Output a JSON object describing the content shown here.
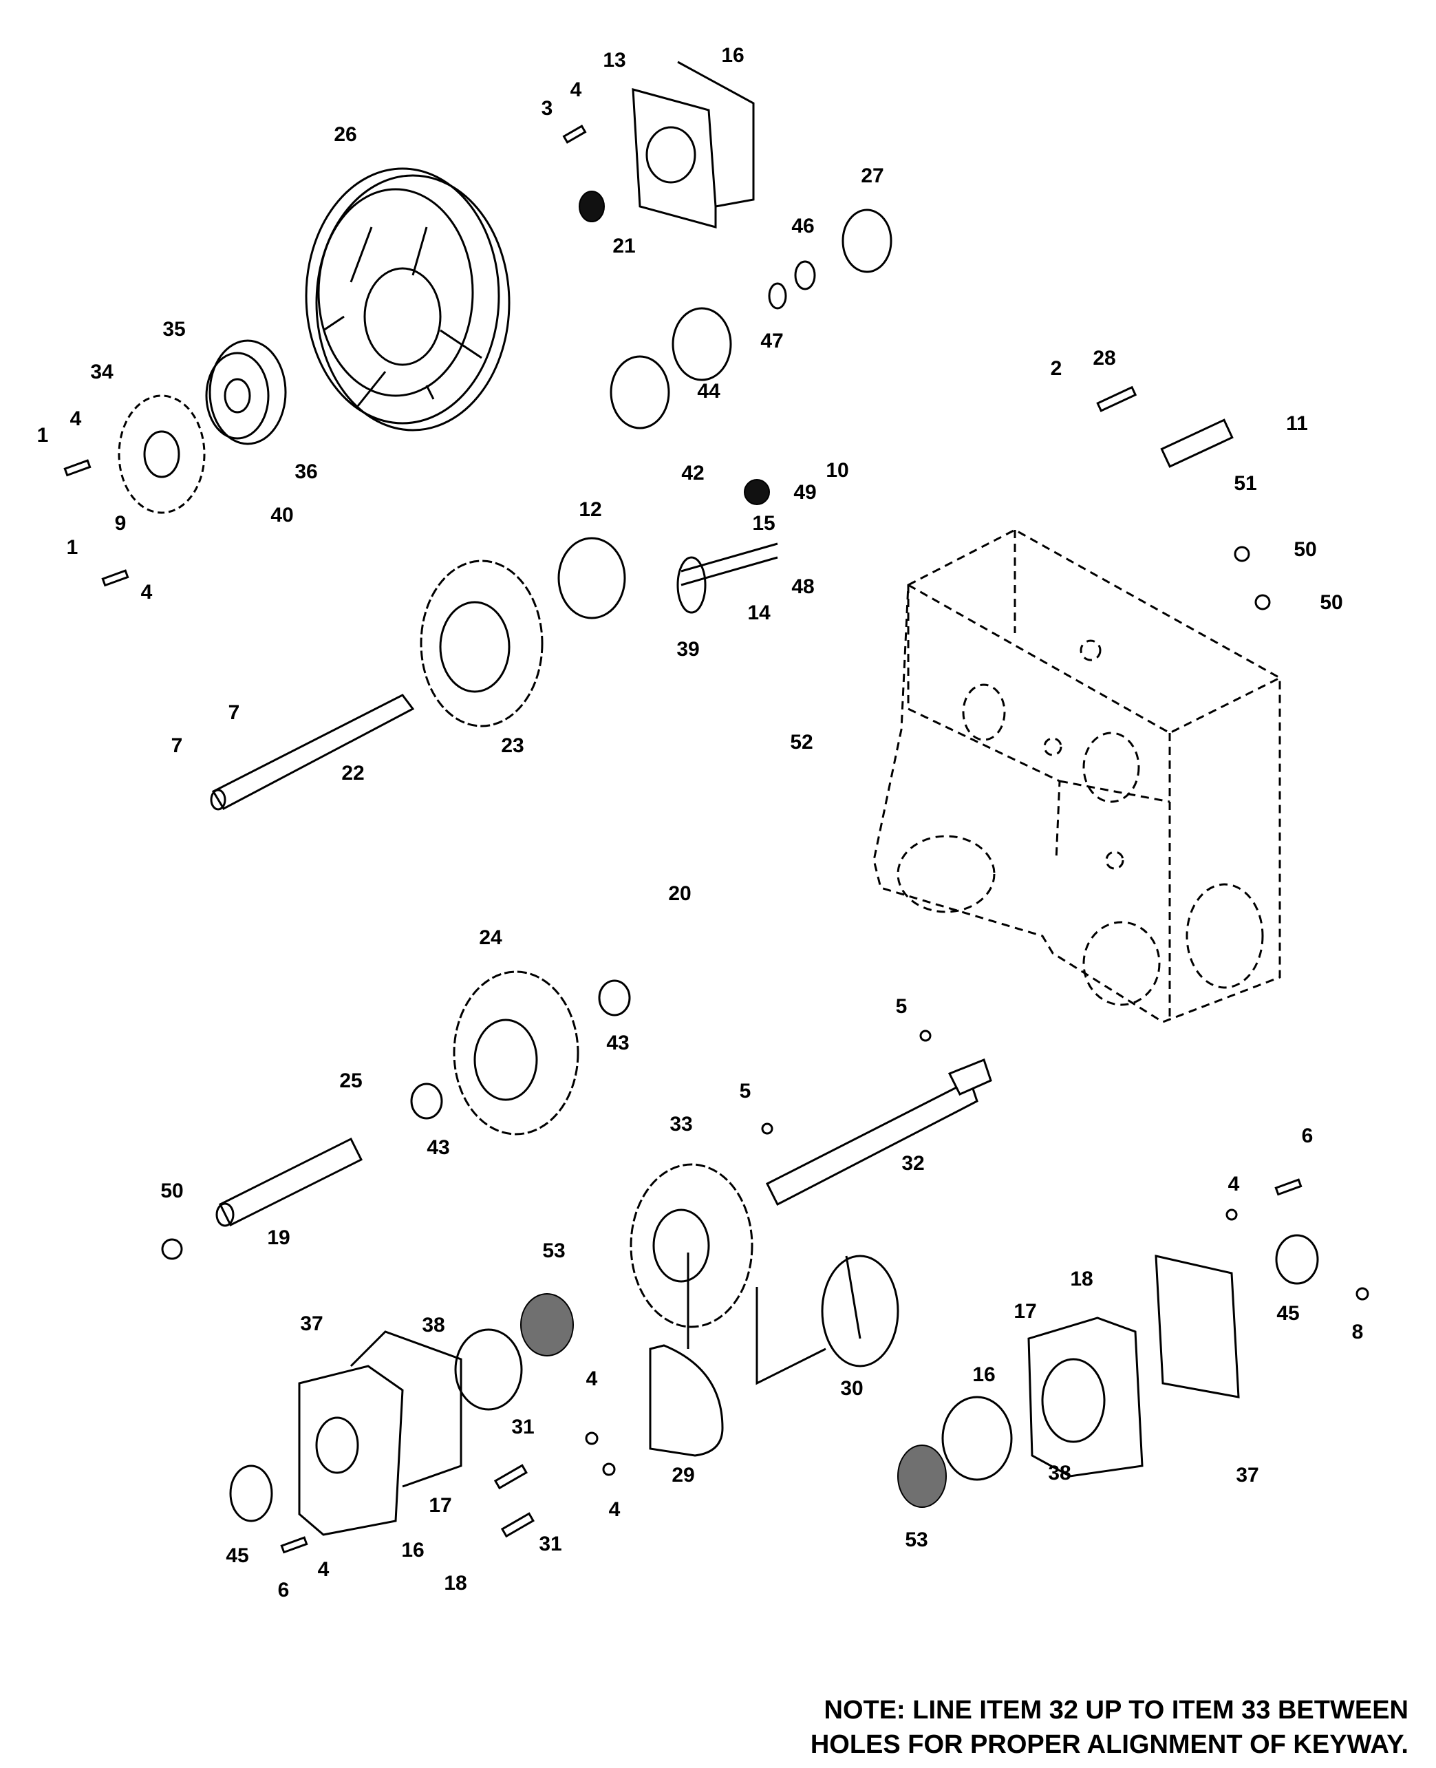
{
  "diagram": {
    "labels": [
      "1",
      "4",
      "9",
      "1",
      "4",
      "34",
      "35",
      "36",
      "40",
      "26",
      "3",
      "4",
      "13",
      "16",
      "21",
      "27",
      "46",
      "47",
      "44",
      "2",
      "28",
      "11",
      "51",
      "42",
      "49",
      "10",
      "15",
      "48",
      "14",
      "39",
      "12",
      "50",
      "50",
      "7",
      "7",
      "22",
      "23",
      "52",
      "20",
      "24",
      "43",
      "43",
      "25",
      "50",
      "19",
      "5",
      "5",
      "33",
      "32",
      "6",
      "4",
      "45",
      "8",
      "53",
      "37",
      "38",
      "30",
      "18",
      "17",
      "16",
      "4",
      "31",
      "31",
      "4",
      "29",
      "53",
      "38",
      "37",
      "45",
      "6",
      "4",
      "16",
      "18",
      "17"
    ]
  },
  "note": {
    "line1": "NOTE:  LINE ITEM 32 UP TO ITEM 33 BETWEEN",
    "line2": "HOLES FOR PROPER ALIGNMENT OF KEYWAY."
  }
}
